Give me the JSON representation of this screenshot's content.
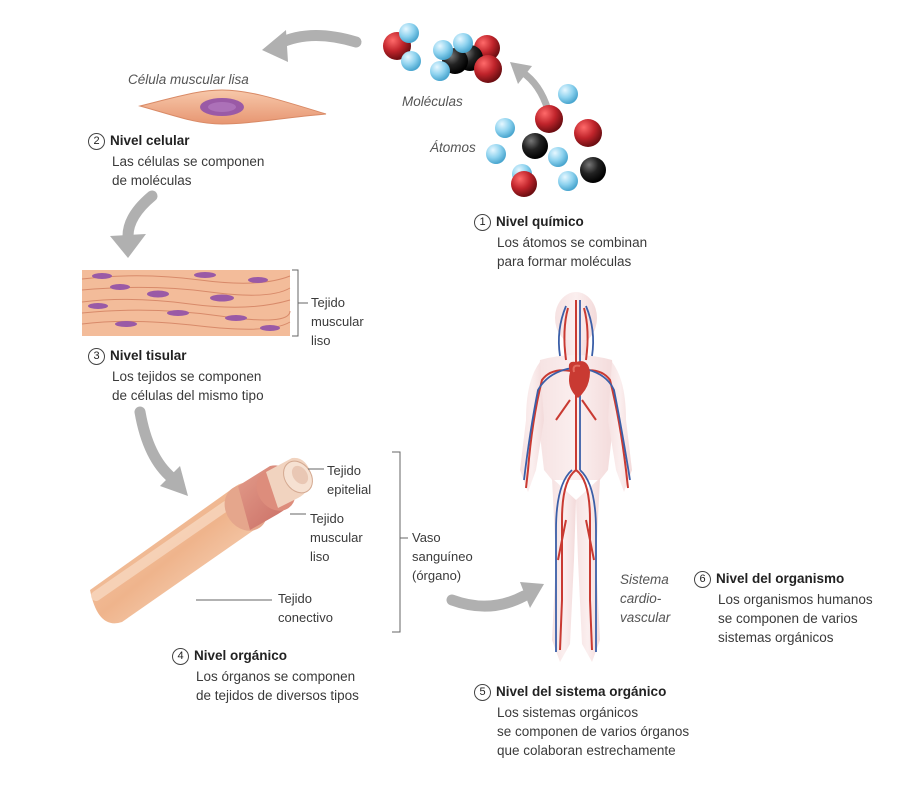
{
  "chemical": {
    "number": "1",
    "title": "Nivel químico",
    "desc_line1": "Los átomos se combinan",
    "desc_line2": "para formar moléculas",
    "atoms_label": "Átomos",
    "molecules_label": "Moléculas"
  },
  "cellular": {
    "number": "2",
    "title": "Nivel celular",
    "desc_line1": "Las células se componen",
    "desc_line2": "de moléculas",
    "cell_label": "Célula muscular lisa"
  },
  "tissue": {
    "number": "3",
    "title": "Nivel tisular",
    "desc_line1": "Los tejidos se componen",
    "desc_line2": "de células del mismo tipo",
    "tissue_label_line1": "Tejido",
    "tissue_label_line2": "muscular",
    "tissue_label_line3": "liso"
  },
  "organ": {
    "number": "4",
    "title": "Nivel orgánico",
    "desc_line1": "Los órganos se componen",
    "desc_line2": "de tejidos de diversos tipos",
    "epithelial_line1": "Tejido",
    "epithelial_line2": "epitelial",
    "muscle_line1": "Tejido",
    "muscle_line2": "muscular",
    "muscle_line3": "liso",
    "connective_line1": "Tejido",
    "connective_line2": "conectivo",
    "vessel_line1": "Vaso",
    "vessel_line2": "sanguíneo",
    "vessel_line3": "(órgano)"
  },
  "system": {
    "number": "5",
    "title": "Nivel del sistema orgánico",
    "desc_line1": "Los sistemas orgánicos",
    "desc_line2": "se componen de varios órganos",
    "desc_line3": "que colaboran estrechamente",
    "label_line1": "Sistema",
    "label_line2": "cardio-",
    "label_line3": "vascular"
  },
  "organism": {
    "number": "6",
    "title": "Nivel del organismo",
    "desc_line1": "Los organismos humanos",
    "desc_line2": "se componen de varios",
    "desc_line3": "sistemas orgánicos"
  },
  "colors": {
    "oxygen": "#c0242b",
    "hydrogen": "#8fd3ef",
    "carbon": "#1e1e1e",
    "arrow": "#a9a9a9",
    "muscle": "#f0b18e",
    "nucleus": "#9a5aa6",
    "artery": "#c93a32",
    "vein": "#3b5fa8"
  }
}
